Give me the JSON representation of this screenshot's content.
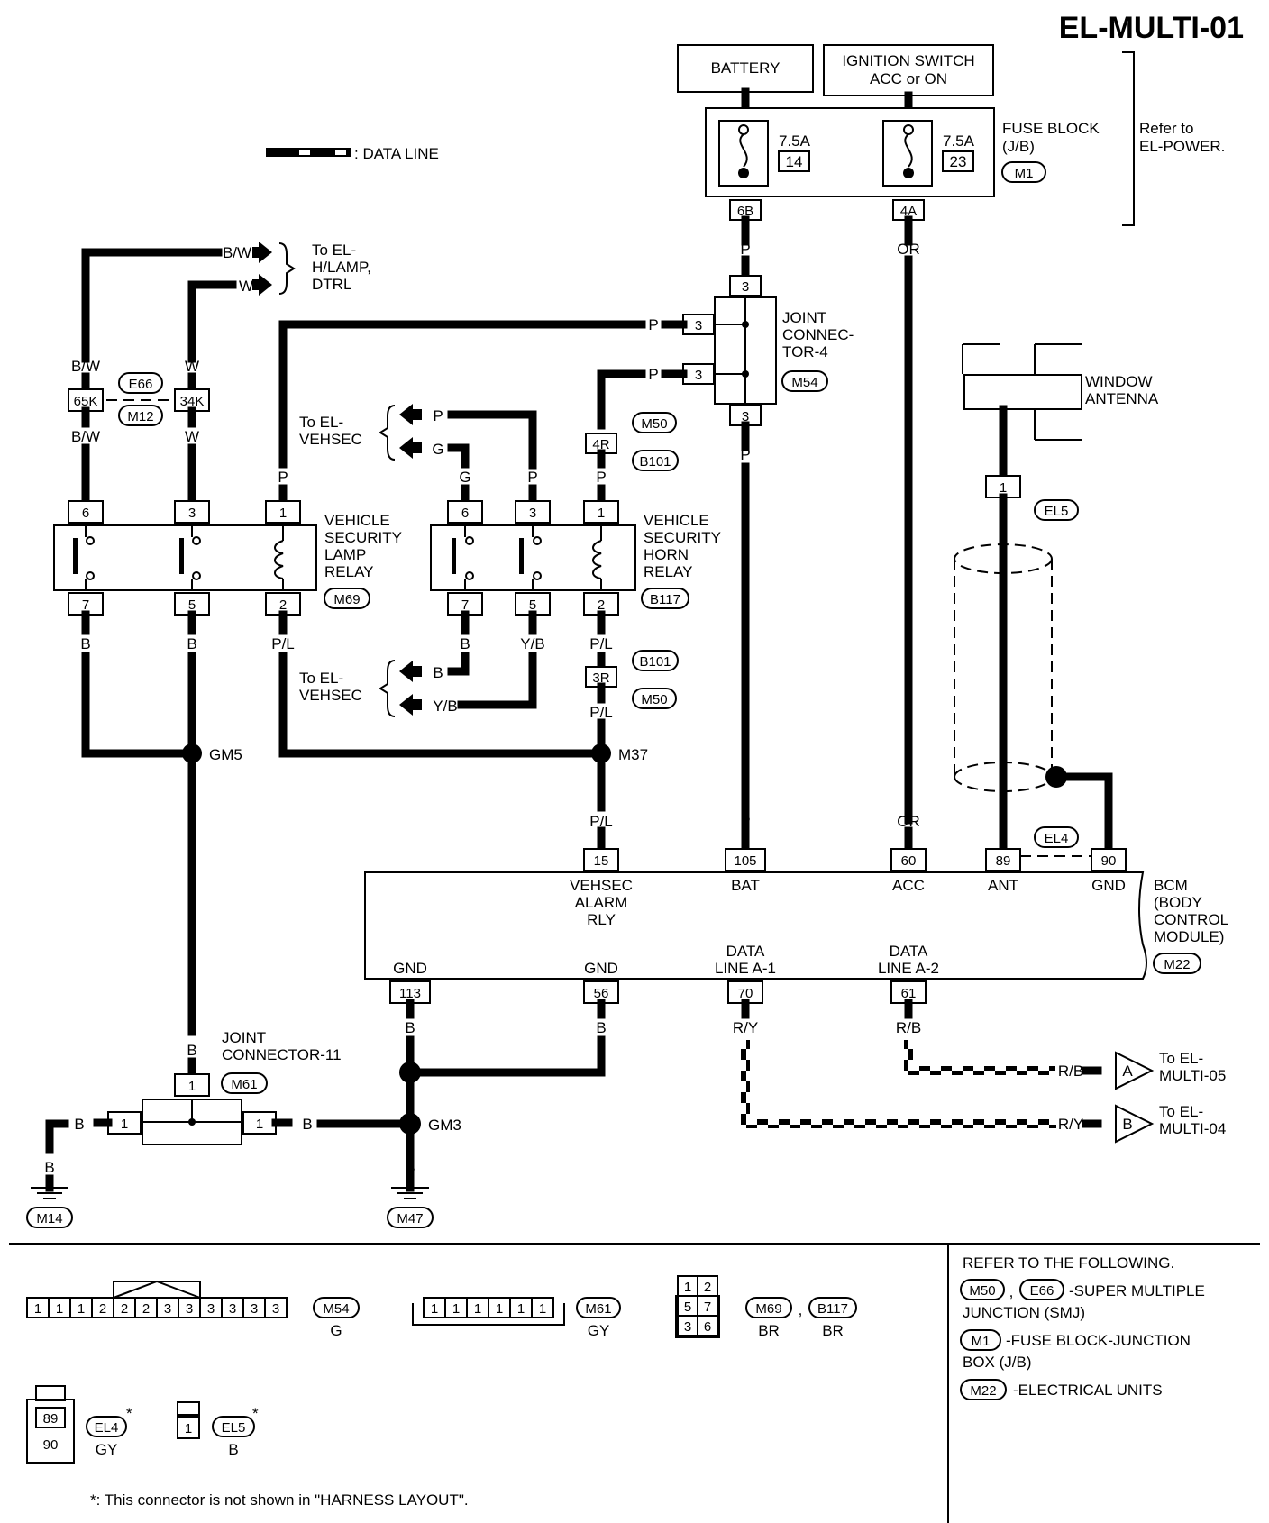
{
  "title": "EL-MULTI-01",
  "legend": {
    "data_line": ": DATA LINE"
  },
  "power": {
    "battery": "BATTERY",
    "ignition_l1": "IGNITION SWITCH",
    "ignition_l2": "ACC or ON",
    "fuse1_amp": "7.5A",
    "fuse1_no": "14",
    "fuse2_amp": "7.5A",
    "fuse2_no": "23",
    "fuse_block_l1": "FUSE BLOCK",
    "fuse_block_l2": "(J/B)",
    "fuse_block_conn": "M1",
    "refer_l1": "Refer to",
    "refer_l2": "EL-POWER.",
    "term_6b": "6B",
    "term_4a": "4A"
  },
  "wires": {
    "p": "P",
    "or": "OR",
    "bw": "B/W",
    "w": "W",
    "g": "G",
    "b": "B",
    "yb": "Y/B",
    "pl": "P/L",
    "ry": "R/Y",
    "rb": "R/B"
  },
  "to_hlamp": {
    "l1": "To EL-",
    "l2": "H/LAMP,",
    "l3": "DTRL"
  },
  "to_vehsec": {
    "l1": "To EL-",
    "l2": "VEHSEC"
  },
  "joint4": {
    "l1": "JOINT",
    "l2": "CONNEC-",
    "l3": "TOR-4",
    "conn": "M54",
    "pin": "3"
  },
  "antenna": {
    "l1": "WINDOW",
    "l2": "ANTENNA",
    "pin": "1",
    "conn": "EL5"
  },
  "smj": {
    "e66": "E66",
    "m12": "M12",
    "p65k": "65K",
    "p34k": "34K",
    "m50": "M50",
    "b101": "B101",
    "p4r": "4R",
    "p3r": "3R"
  },
  "lamp_relay": {
    "l1": "VEHICLE",
    "l2": "SECURITY",
    "l3": "LAMP",
    "l4": "RELAY",
    "conn": "M69",
    "pins": [
      "6",
      "3",
      "1",
      "7",
      "5",
      "2"
    ]
  },
  "horn_relay": {
    "l1": "VEHICLE",
    "l2": "SECURITY",
    "l3": "HORN",
    "l4": "RELAY",
    "conn": "B117",
    "pins": [
      "6",
      "3",
      "1",
      "7",
      "5",
      "2"
    ]
  },
  "splices": {
    "gm5": "GM5",
    "m37": "M37",
    "gm3": "GM3"
  },
  "bcm": {
    "l1": "BCM",
    "l2": "(BODY",
    "l3": "CONTROL",
    "l4": "MODULE)",
    "conn": "M22",
    "el4": "EL4",
    "pin15": "15",
    "pin105": "105",
    "pin60": "60",
    "pin89": "89",
    "pin90": "90",
    "vehsec_l1": "VEHSEC",
    "vehsec_l2": "ALARM",
    "vehsec_l3": "RLY",
    "bat": "BAT",
    "acc": "ACC",
    "ant": "ANT",
    "gnd": "GND",
    "pin113": "113",
    "pin56": "56",
    "pin70": "70",
    "pin61": "61",
    "data_l1": "DATA",
    "line_a1": "LINE A-1",
    "line_a2": "LINE A-2"
  },
  "joint11": {
    "l1": "JOINT",
    "l2": "CONNECTOR-11",
    "conn": "M61",
    "pin": "1"
  },
  "grounds": {
    "m14": "M14",
    "m47": "M47"
  },
  "outputs": {
    "a": "A",
    "b": "B",
    "to_05_l1": "To EL-",
    "to_05_l2": "MULTI-05",
    "to_04_l1": "To EL-",
    "to_04_l2": "MULTI-04"
  },
  "connectors": {
    "m54_pins": [
      "1",
      "1",
      "1",
      "2",
      "2",
      "2",
      "3",
      "3",
      "3",
      "3",
      "3",
      "3"
    ],
    "m54": "M54",
    "m54_color": "G",
    "m61_pins": [
      "1",
      "1",
      "1",
      "1",
      "1",
      "1"
    ],
    "m61": "M61",
    "m61_color": "GY",
    "relay_pins": [
      "1",
      "2",
      "5",
      "7",
      "3",
      "6"
    ],
    "m69": "M69",
    "b117": "B117",
    "br": "BR",
    "comma": ",",
    "el4_pins": [
      "89",
      "90"
    ],
    "el4": "EL4",
    "el4_color": "GY",
    "el5_pin": "1",
    "el5": "EL5",
    "el5_color": "B",
    "star": "*"
  },
  "refer": {
    "header": "REFER TO THE FOLLOWING.",
    "m50": "M50",
    "e66": "E66",
    "comma": ",",
    "smj_l1": "-SUPER MULTIPLE",
    "smj_l2": "JUNCTION (SMJ)",
    "m1": "M1",
    "jb_l1": "-FUSE BLOCK-JUNCTION",
    "jb_l2": "BOX (J/B)",
    "m22": "M22",
    "eu": "-ELECTRICAL UNITS"
  },
  "footnote": "*: This connector is not shown in \"HARNESS LAYOUT\"."
}
